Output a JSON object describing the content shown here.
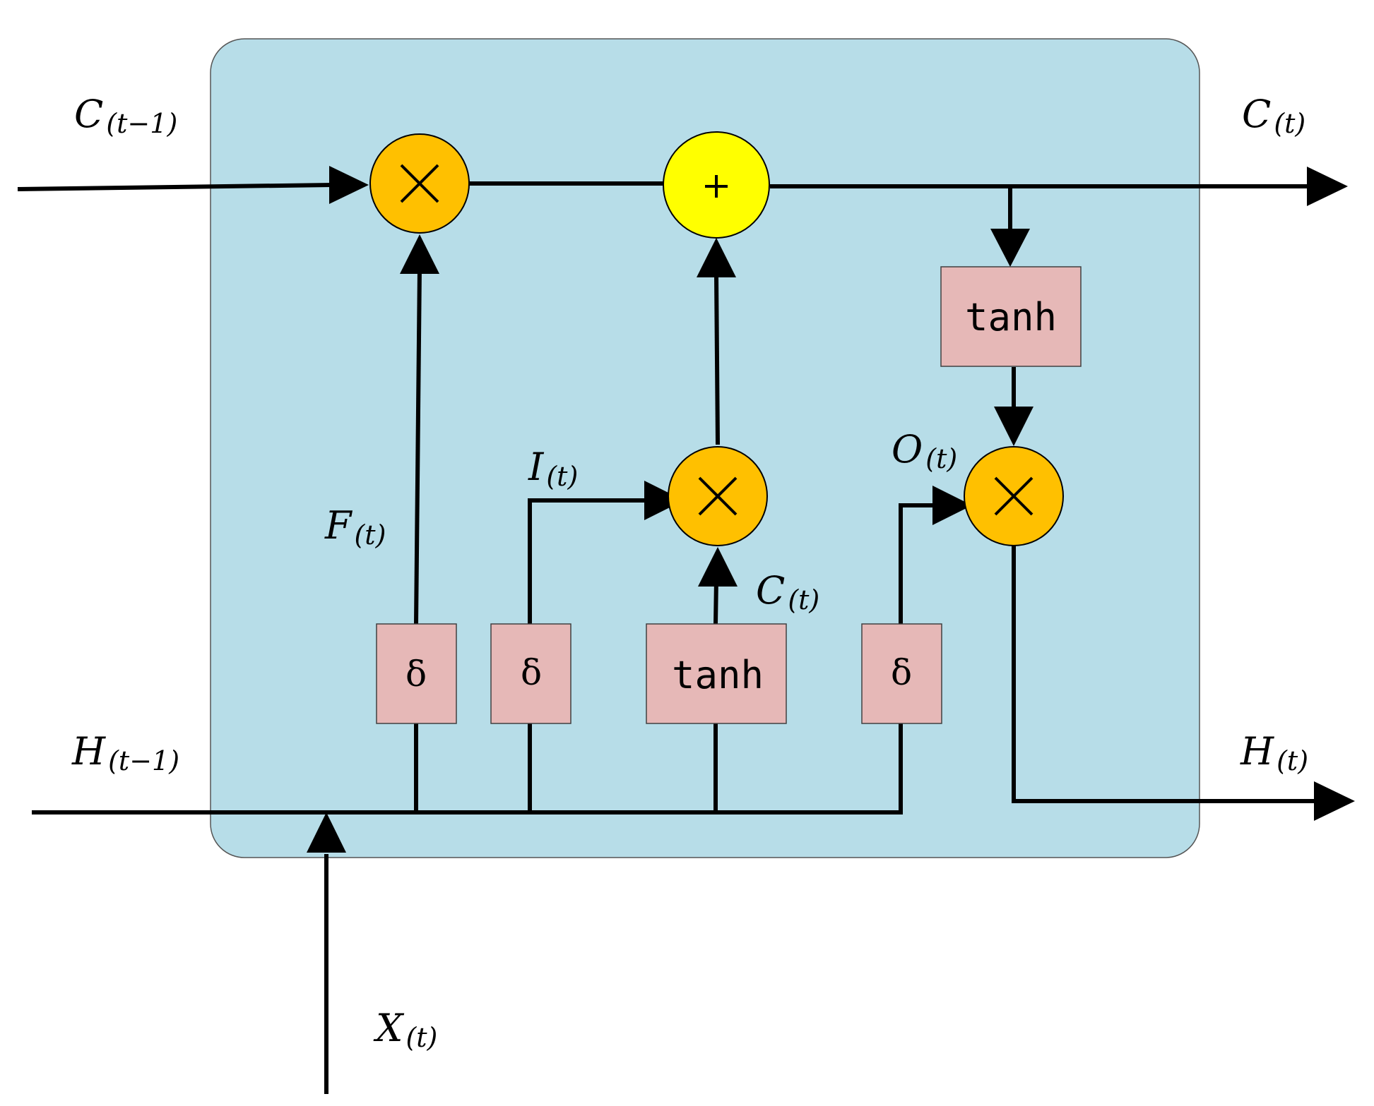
{
  "colors": {
    "cell_background": "#B7DDE8",
    "multiply_node": "#FFC000",
    "add_node": "#FFFF00",
    "gate_box": "#E6B8B7",
    "lines": "#000000"
  },
  "labels": {
    "c_prev": {
      "main": "C",
      "sub": "(t−1)"
    },
    "c_out": {
      "main": "C",
      "sub": "(t)"
    },
    "h_prev": {
      "main": "H",
      "sub": "(t−1)"
    },
    "h_out": {
      "main": "H",
      "sub": "(t)"
    },
    "x_in": {
      "main": "X",
      "sub": "(t)"
    },
    "forget": {
      "main": "F",
      "sub": "(t)"
    },
    "input": {
      "main": "I",
      "sub": "(t)"
    },
    "candidate": {
      "main": "C",
      "sub": "(t)"
    },
    "output": {
      "main": "O",
      "sub": "(t)"
    }
  },
  "gates": {
    "forget_sigma": "δ",
    "input_sigma": "δ",
    "candidate_tanh": "tanh",
    "output_sigma": "δ",
    "cell_tanh": "tanh"
  },
  "operators": {
    "multiply_symbol": "multiply-icon",
    "add_symbol": "plus-icon"
  }
}
